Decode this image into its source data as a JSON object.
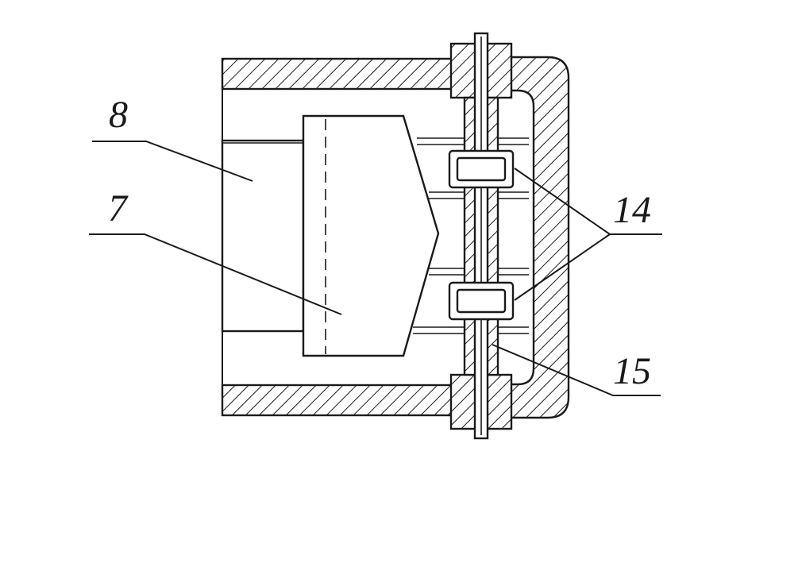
{
  "labels": {
    "part_8": "8",
    "part_7": "7",
    "part_14": "14",
    "part_15": "15"
  }
}
